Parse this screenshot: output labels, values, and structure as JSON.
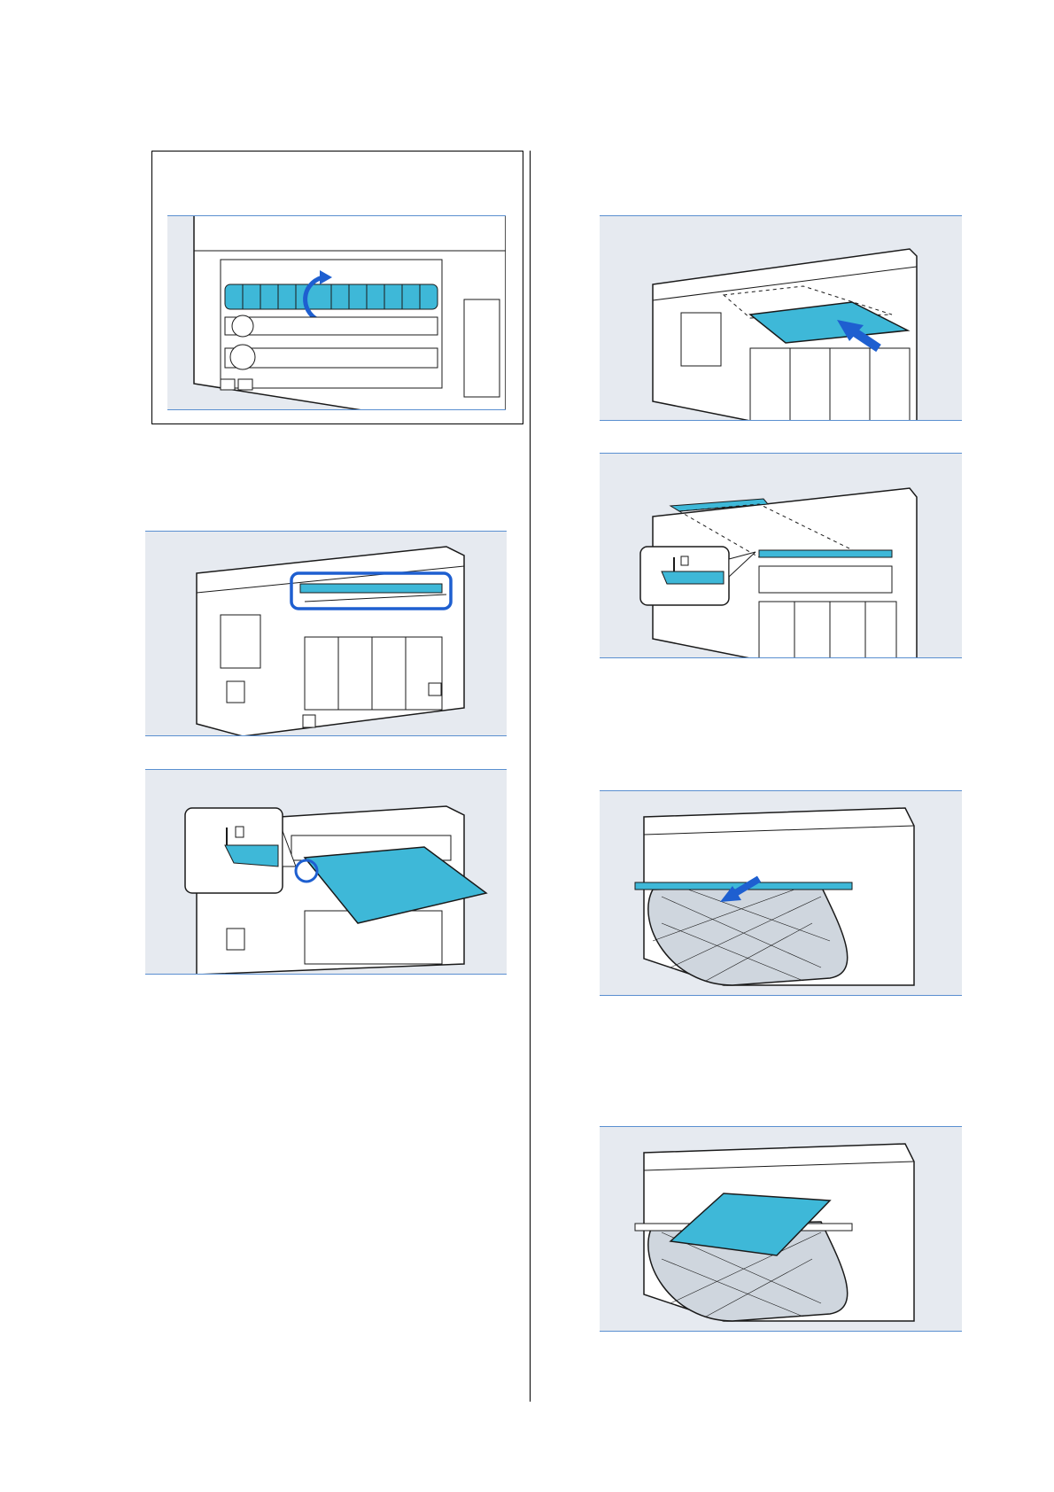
{
  "page": {
    "figures": [
      {
        "id": "fig-platen-rollers",
        "caption": ""
      },
      {
        "id": "fig-paper-guide-rail",
        "caption": ""
      },
      {
        "id": "fig-sheet-alignment-mark",
        "caption": ""
      },
      {
        "id": "fig-sheet-insert-front",
        "caption": ""
      },
      {
        "id": "fig-sheet-insert-top",
        "caption": ""
      },
      {
        "id": "fig-basket-pull-out",
        "caption": ""
      },
      {
        "id": "fig-basket-with-paper",
        "caption": ""
      }
    ]
  },
  "colors": {
    "panel_bg": "#e6eaf0",
    "accent_cyan": "#3eb8d8",
    "highlight_blue": "#1e5fd0",
    "line": "#1a1a1a"
  }
}
